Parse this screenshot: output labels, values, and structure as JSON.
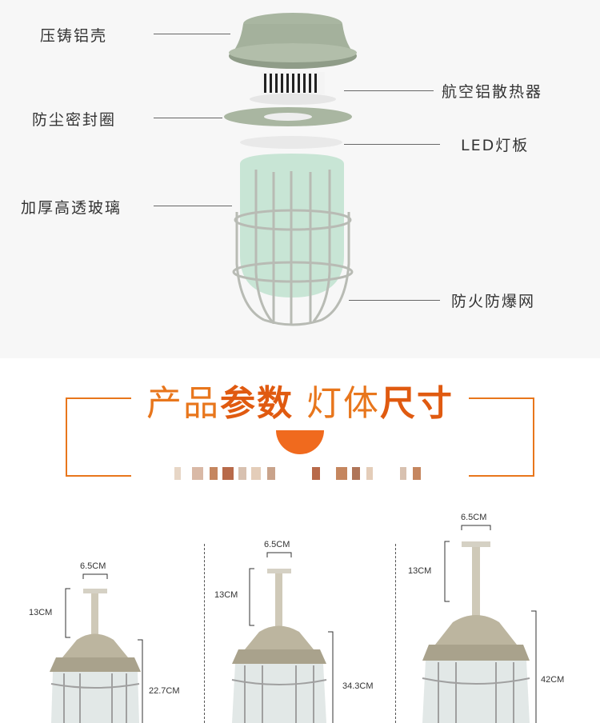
{
  "exploded_view": {
    "labels": {
      "housing": "压铸铝壳",
      "heatsink": "航空铝散热器",
      "seal": "防尘密封圈",
      "led_board": "LED灯板",
      "glass": "加厚高透玻璃",
      "guard": "防火防爆网"
    }
  },
  "section_title": {
    "part1": "产品",
    "part2": "参数",
    "part3": "灯体",
    "part4": "尺寸"
  },
  "dimensions": [
    {
      "top_width": "6.5CM",
      "stem": "13CM",
      "body": "22.7CM"
    },
    {
      "top_width": "6.5CM",
      "stem": "13CM",
      "body": "34.3CM"
    },
    {
      "top_width": "6.5CM",
      "stem": "13CM",
      "body": "42CM"
    }
  ]
}
